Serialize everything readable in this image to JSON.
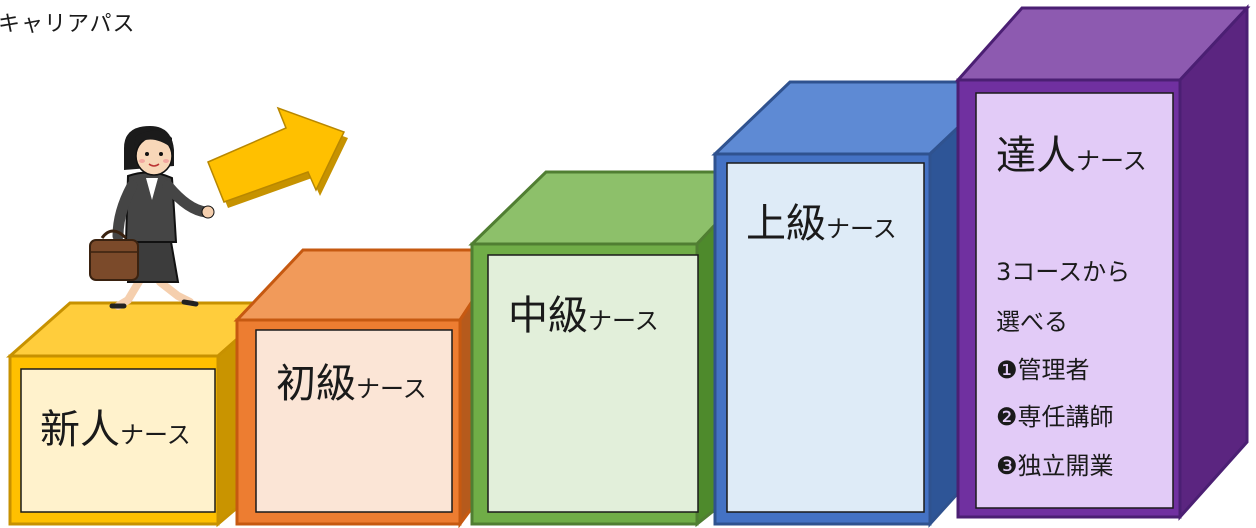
{
  "title": "キャリアパス",
  "steps": [
    {
      "main": "新人",
      "sub": "ナース"
    },
    {
      "main": "初級",
      "sub": "ナース"
    },
    {
      "main": "中級",
      "sub": "ナース"
    },
    {
      "main": "上級",
      "sub": "ナース"
    },
    {
      "main": "達人",
      "sub": "ナース"
    }
  ],
  "expert_details": [
    "3コースから",
    "選べる",
    "❶管理者",
    "❷専任講師",
    "❸独立開業"
  ],
  "colors": {
    "beginner_new": "#ffc000",
    "elementary": "#ed7d31",
    "intermediate": "#70ad47",
    "advanced": "#4472c4",
    "expert": "#7030a0",
    "arrow": "#ffc000"
  },
  "icons": {
    "arrow": "up-right-arrow-icon",
    "person": "nurse-walking-with-bag-illustration"
  }
}
